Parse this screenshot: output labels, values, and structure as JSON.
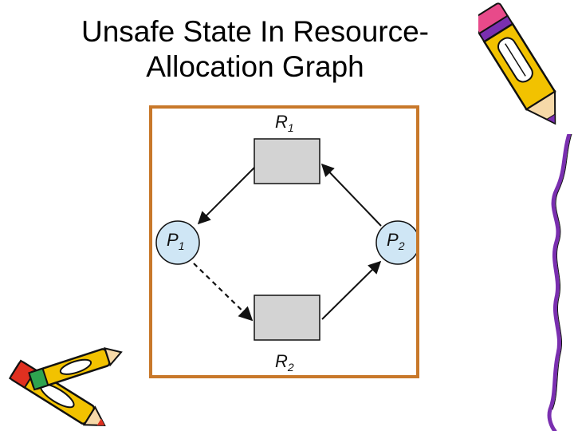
{
  "title": {
    "line1": "Unsafe State In Resource-",
    "line2": "Allocation Graph"
  },
  "graph": {
    "resources": [
      {
        "id": "R1",
        "letter": "R",
        "sub": "1"
      },
      {
        "id": "R2",
        "letter": "R",
        "sub": "2"
      }
    ],
    "processes": [
      {
        "id": "P1",
        "letter": "P",
        "sub": "1"
      },
      {
        "id": "P2",
        "letter": "P",
        "sub": "2"
      }
    ],
    "edges": [
      {
        "from": "R1",
        "to": "P1",
        "kind": "assignment",
        "style": "solid"
      },
      {
        "from": "P2",
        "to": "R1",
        "kind": "request",
        "style": "solid"
      },
      {
        "from": "P1",
        "to": "R2",
        "kind": "claim",
        "style": "dashed"
      },
      {
        "from": "R2",
        "to": "P2",
        "kind": "assignment",
        "style": "solid"
      }
    ]
  },
  "decorations": [
    "pencil-clipart-top-right",
    "crayons-clipart-bottom-left",
    "squiggle-line-right"
  ],
  "colors": {
    "frame": "#c8782a",
    "process_fill": "#cfe6f5",
    "resource_fill": "#d3d3d3",
    "pencil_body": "#f2c200",
    "pencil_accent": "#7a2fb0",
    "crayon_red": "#e03020",
    "crayon_green": "#2ea44f"
  }
}
